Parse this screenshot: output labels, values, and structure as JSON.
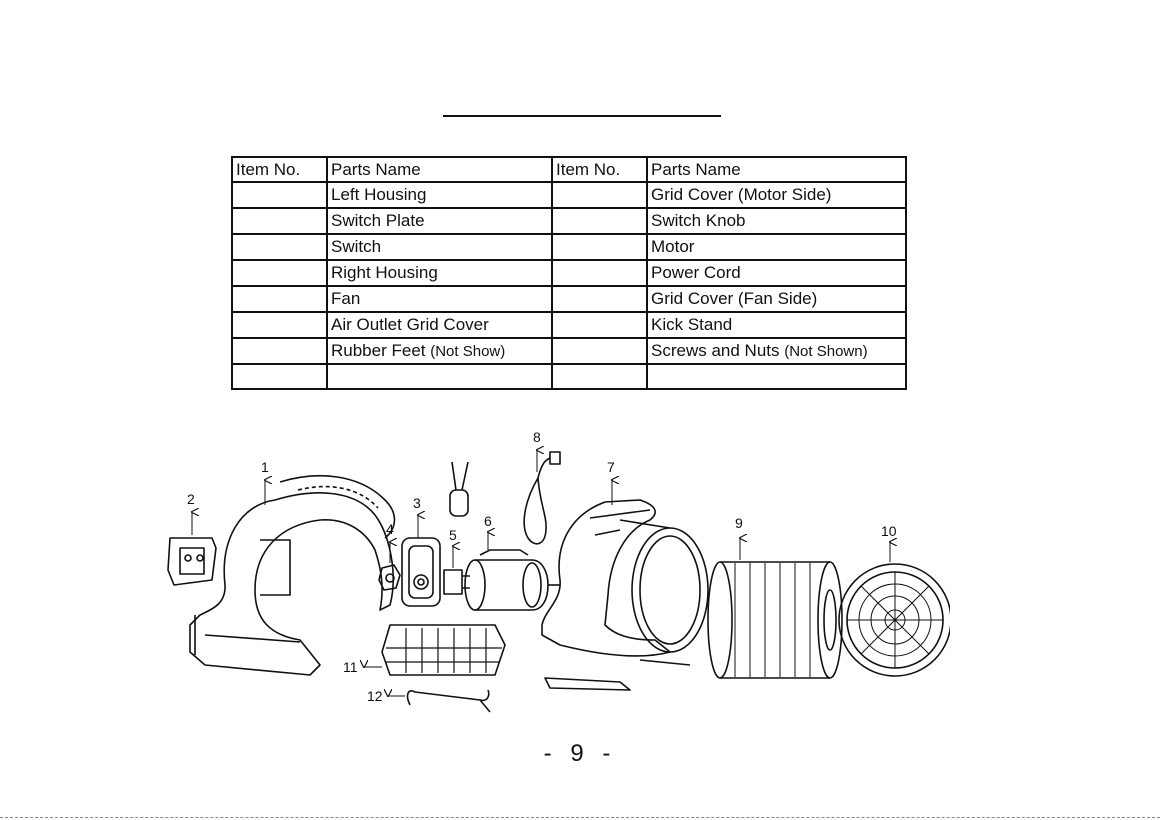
{
  "table": {
    "headers": [
      "Item No.",
      "Parts Name",
      "Item No.",
      "Parts Name"
    ],
    "rows": [
      {
        "item1": "",
        "name1": "Left Housing",
        "name1_note": "",
        "item2": "",
        "name2": "Grid Cover (Motor Side)",
        "name2_note": ""
      },
      {
        "item1": "",
        "name1": "Switch Plate",
        "name1_note": "",
        "item2": "",
        "name2": "Switch Knob",
        "name2_note": ""
      },
      {
        "item1": "",
        "name1": "Switch",
        "name1_note": "",
        "item2": "",
        "name2": "Motor",
        "name2_note": ""
      },
      {
        "item1": "",
        "name1": "Right Housing",
        "name1_note": "",
        "item2": "",
        "name2": "Power Cord",
        "name2_note": ""
      },
      {
        "item1": "",
        "name1": "Fan",
        "name1_note": "",
        "item2": "",
        "name2": "Grid Cover (Fan Side)",
        "name2_note": ""
      },
      {
        "item1": "",
        "name1": "Air Outlet Grid Cover",
        "name1_note": "",
        "item2": "",
        "name2": "Kick Stand",
        "name2_note": ""
      },
      {
        "item1": "",
        "name1": "Rubber Feet ",
        "name1_note": "(Not Show)",
        "item2": "",
        "name2": "Screws and Nuts ",
        "name2_note": "(Not Shown)"
      },
      {
        "item1": "",
        "name1": "",
        "name1_note": "",
        "item2": "",
        "name2": "",
        "name2_note": ""
      }
    ]
  },
  "callouts": [
    "1",
    "2",
    "3",
    "4",
    "5",
    "6",
    "7",
    "8",
    "9",
    "10",
    "11",
    "12"
  ],
  "page_number": "- 9 -"
}
